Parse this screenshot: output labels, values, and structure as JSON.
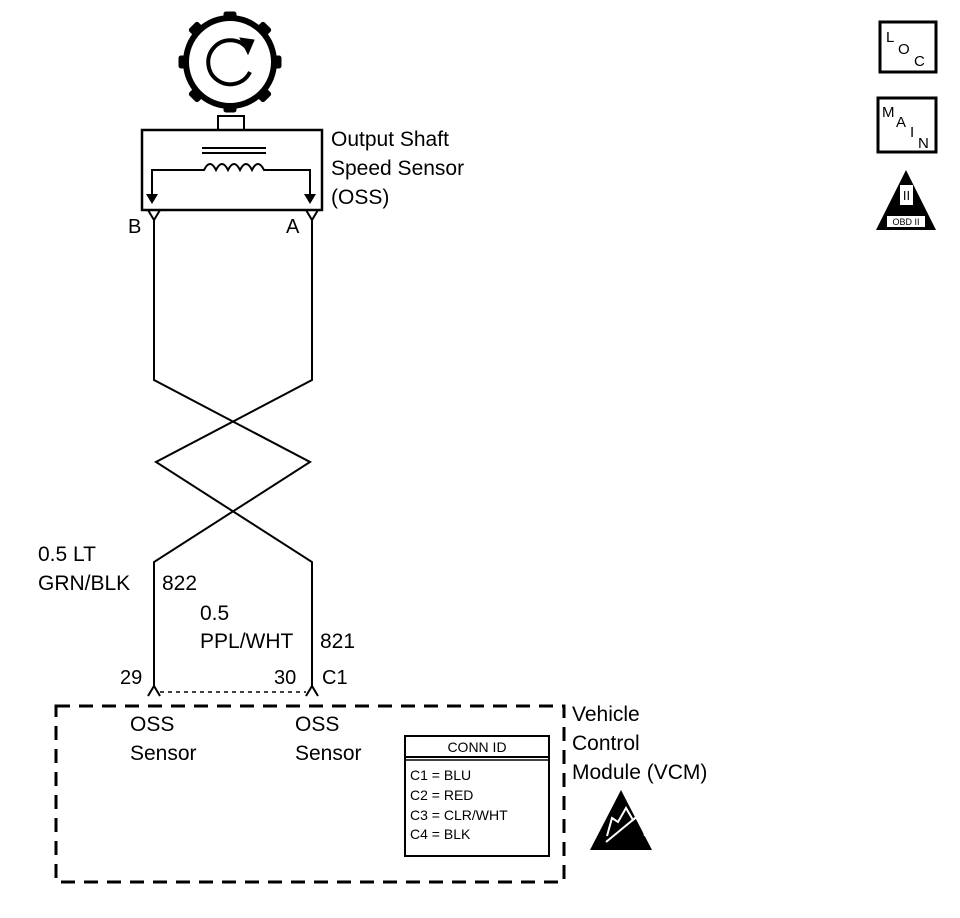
{
  "sensor": {
    "label_lines": [
      "Output Shaft",
      "Speed Sensor",
      "(OSS)"
    ],
    "terminal_b": "B",
    "terminal_a": "A"
  },
  "wires": {
    "wire1": {
      "size": "0.5 LT",
      "color": "GRN/BLK",
      "circuit": "822"
    },
    "wire2": {
      "size": "0.5",
      "color": "PPL/WHT",
      "circuit": "821"
    }
  },
  "connector": {
    "pin_left": "29",
    "pin_right": "30",
    "id": "C1"
  },
  "module": {
    "label_lines": [
      "Vehicle",
      "Control",
      "Module (VCM)"
    ],
    "input_left": [
      "OSS",
      "Sensor"
    ],
    "input_right": [
      "OSS",
      "Sensor"
    ]
  },
  "conn_table": {
    "title": "CONN ID",
    "rows": [
      "C1 = BLU",
      "C2 = RED",
      "C3 = CLR/WHT",
      "C4 = BLK"
    ]
  },
  "icons": {
    "loc": {
      "big": "L",
      "sub1": "O",
      "sub2": "C"
    },
    "main": {
      "big": "M",
      "sub1": "A",
      "sub2": "I",
      "sub3": "N"
    },
    "obd": {
      "roman": "II",
      "label": "OBD II"
    }
  }
}
